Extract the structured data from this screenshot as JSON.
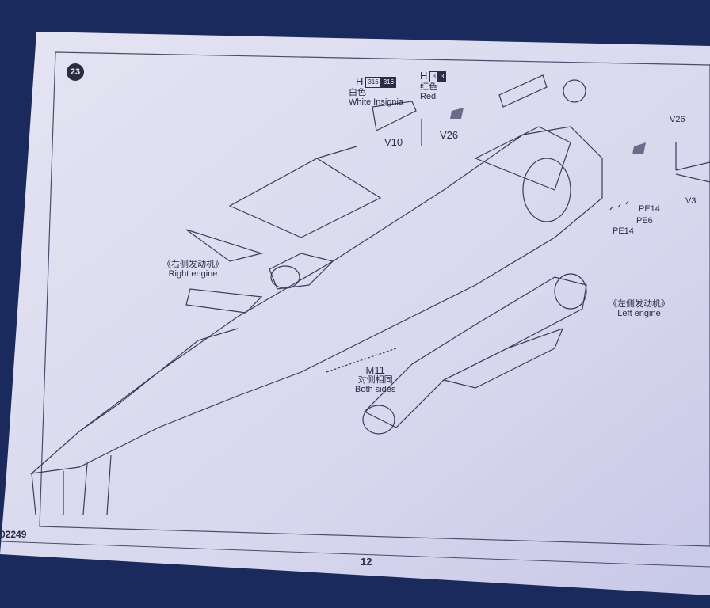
{
  "step_number": "23",
  "paint_callouts": [
    {
      "letter": "H",
      "codes": [
        "316",
        "316"
      ],
      "chinese": "白色",
      "english": "White Insignia"
    },
    {
      "letter": "H",
      "codes": [
        "3",
        "3"
      ],
      "chinese": "红色",
      "english": "Red"
    }
  ],
  "parts": {
    "v10": "V10",
    "v26_a": "V26",
    "v26_b": "V26",
    "v3": "V3",
    "pe14_a": "PE14",
    "pe6": "PE6",
    "pe14_b": "PE14",
    "m11": "M11"
  },
  "notes": {
    "right_engine_cn": "《右侧发动机》",
    "right_engine_en": "Right engine",
    "left_engine_cn": "《左侧发动机》",
    "left_engine_en": "Left engine",
    "both_sides_cn": "对侧相同",
    "both_sides_en": "Both sides"
  },
  "footer": {
    "kit_code": "02249",
    "page_number": "12"
  }
}
